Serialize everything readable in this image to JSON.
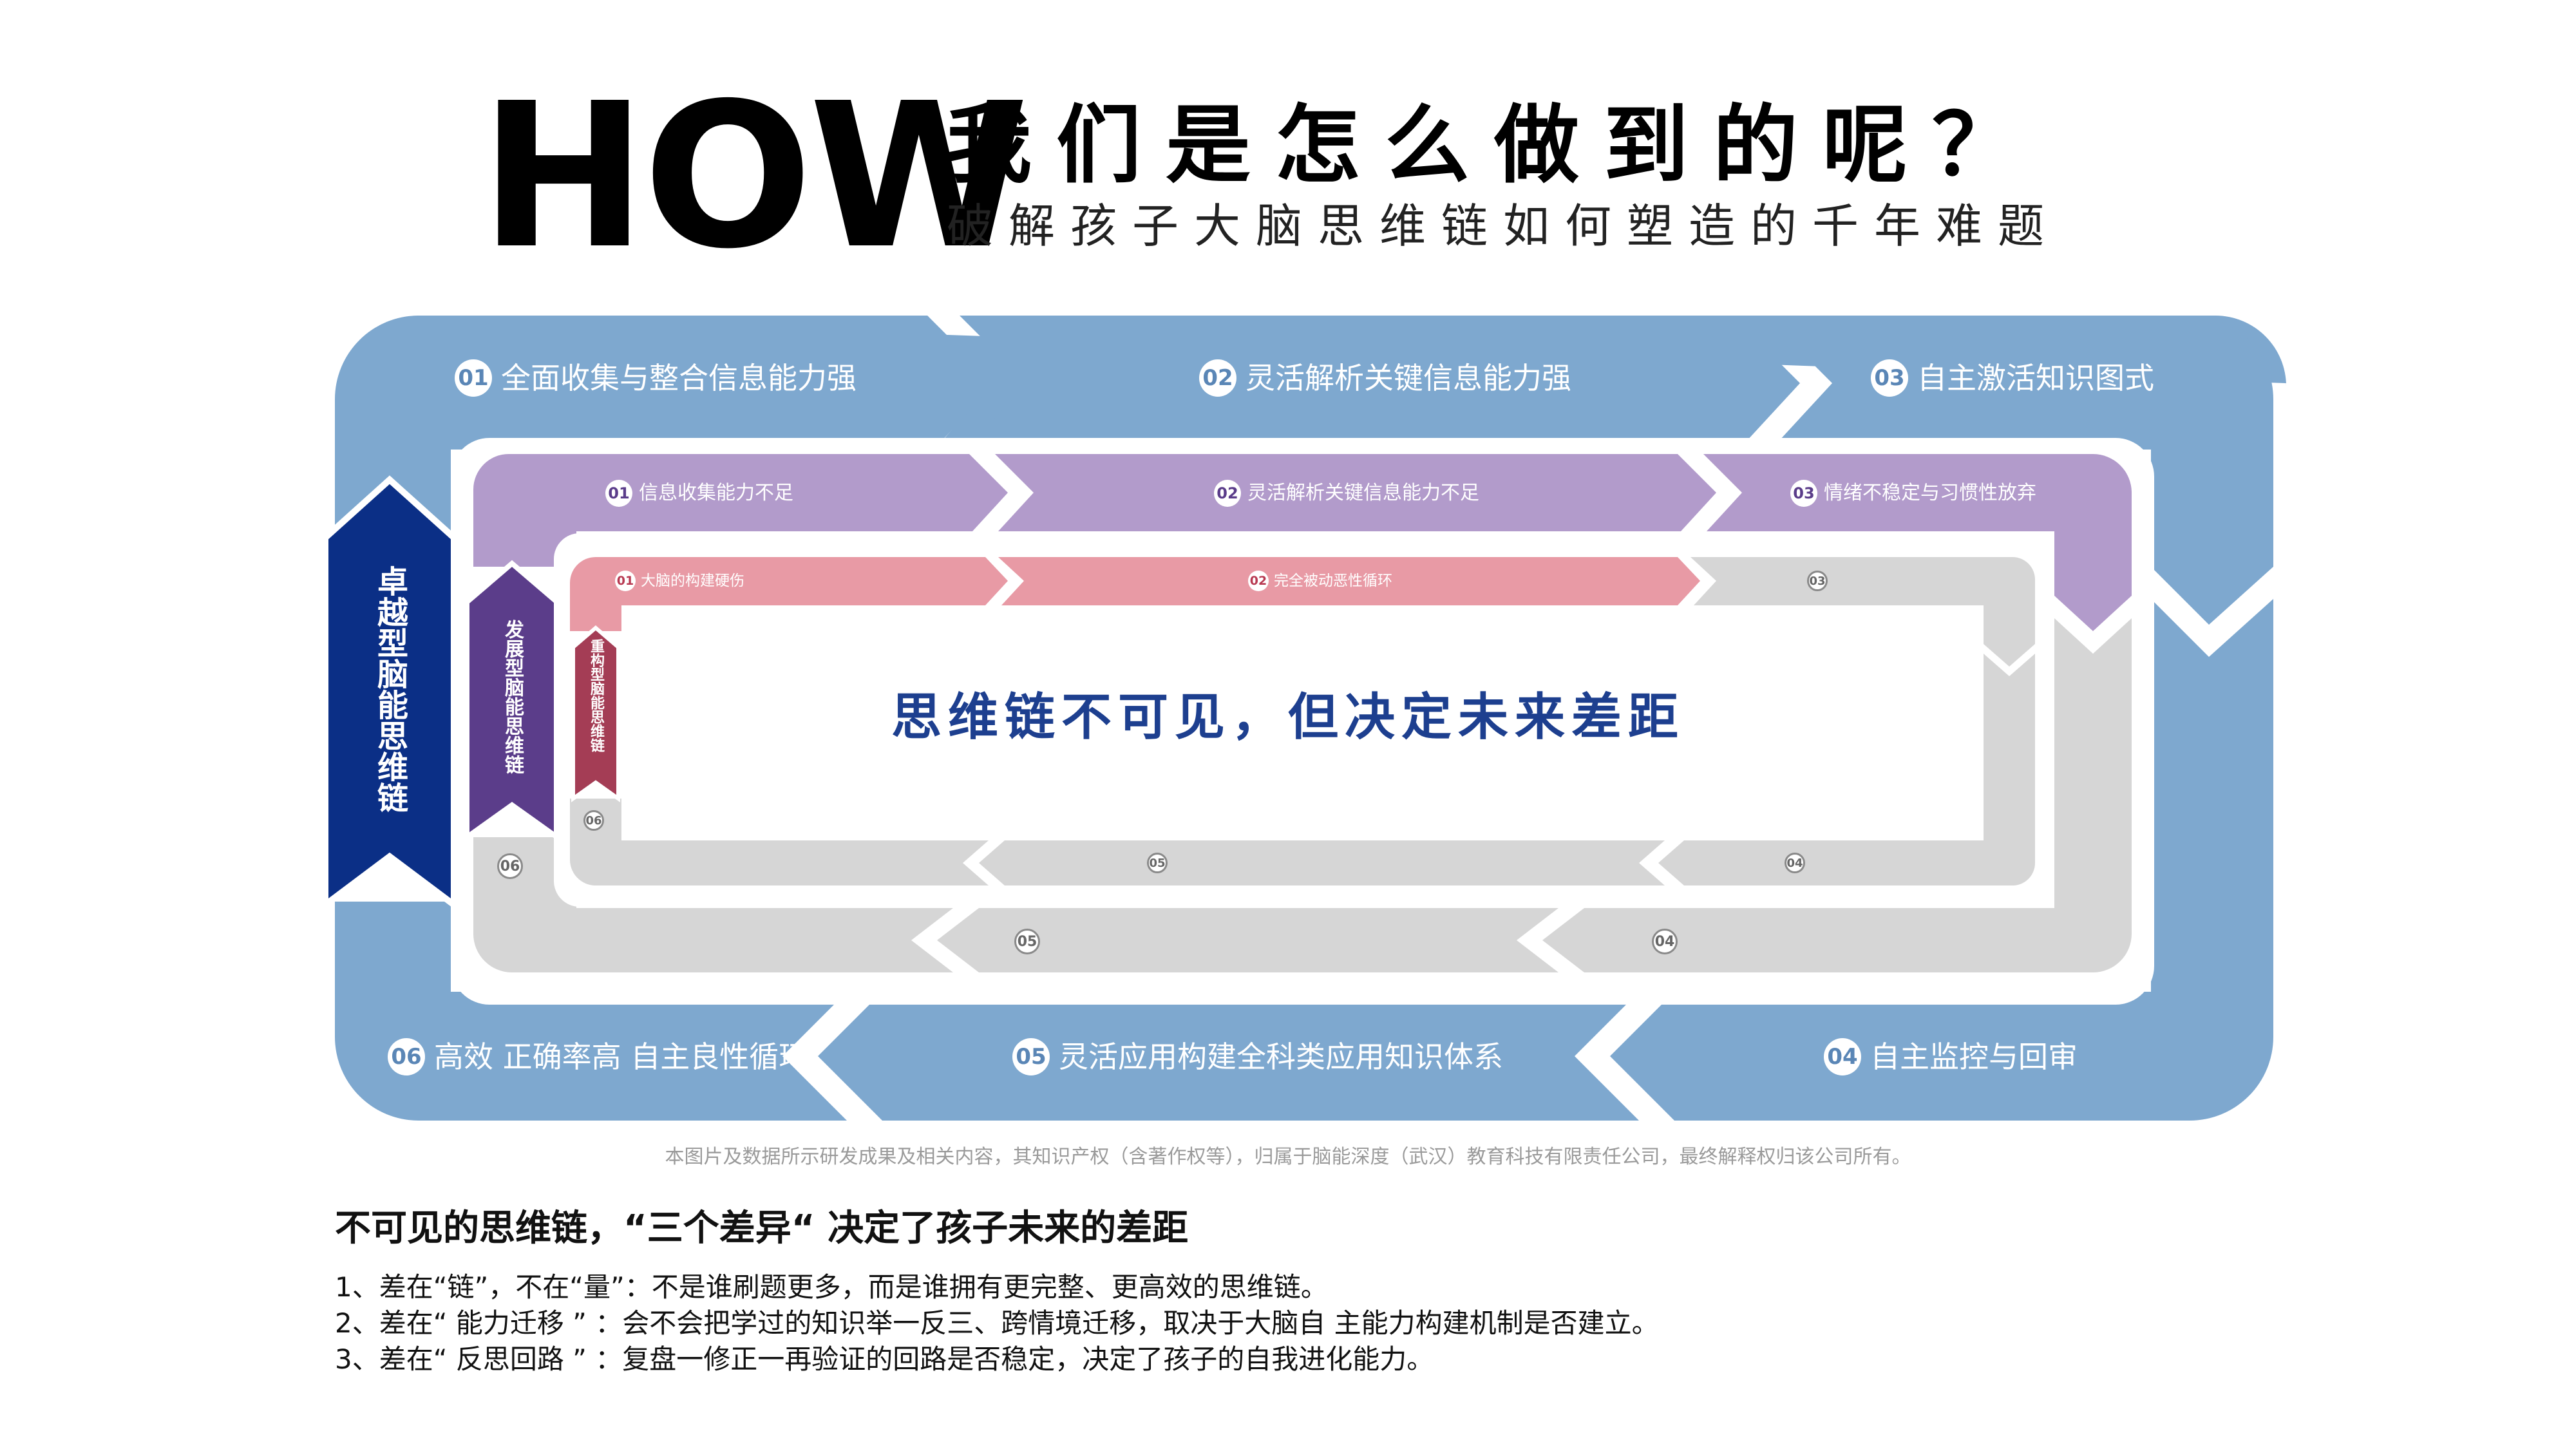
{
  "header": {
    "how": "HOW",
    "title": "我们是怎么做到的呢？",
    "subtitle": "破解孩子大脑思维链如何塑造的千年难题"
  },
  "colors": {
    "outer": "#7ea8cf",
    "middle": "#b29bcb",
    "inner": "#e89aa5",
    "gray": "#d6d6d6",
    "navy": "#0b2f86",
    "purple_dark": "#5b3d8a",
    "red_dark": "#a43d55",
    "text_blue": "#1d3f8f"
  },
  "outer_ring": {
    "label": "卓越型脑能思维链",
    "stages": [
      {
        "num": "01",
        "label": "全面收集与整合信息能力强"
      },
      {
        "num": "02",
        "label": "灵活解析关键信息能力强"
      },
      {
        "num": "03",
        "label": "自主激活知识图式"
      },
      {
        "num": "04",
        "label": "自主监控与回审"
      },
      {
        "num": "05",
        "label": "灵活应用构建全科类应用知识体系"
      },
      {
        "num": "06",
        "label": "高效 正确率高 自主良性循环"
      }
    ]
  },
  "middle_ring": {
    "label": "发展型脑能思维链",
    "stages": [
      {
        "num": "01",
        "label": "信息收集能力不足"
      },
      {
        "num": "02",
        "label": "灵活解析关键信息能力不足"
      },
      {
        "num": "03",
        "label": "情绪不稳定与习惯性放弃"
      },
      {
        "num": "04",
        "label": ""
      },
      {
        "num": "05",
        "label": ""
      },
      {
        "num": "06",
        "label": ""
      }
    ]
  },
  "inner_ring": {
    "label": "重构型脑能思维链",
    "stages": [
      {
        "num": "01",
        "label": "大脑的构建硬伤"
      },
      {
        "num": "02",
        "label": "完全被动恶性循环"
      },
      {
        "num": "03",
        "label": ""
      },
      {
        "num": "04",
        "label": ""
      },
      {
        "num": "05",
        "label": ""
      },
      {
        "num": "06",
        "label": ""
      }
    ]
  },
  "center_message": "思维链不可见，但决定未来差距",
  "copyright": "本图片及数据所示研发成果及相关内容，其知识产权（含著作权等），归属于脑能深度（武汉）教育科技有限责任公司，最终解释权归该公司所有。",
  "summary": {
    "title": "不可见的思维链，“三个差异“ 决定了孩子未来的差距",
    "points": [
      "1、差在“链”，不在“量”：不是谁刷题更多，而是谁拥有更完整、更高效的思维链。",
      "2、差在“ 能力迁移 ” ：会不会把学过的知识举一反三、跨情境迁移，取决于大脑自 主能力构建机制是否建立。",
      "3、差在“ 反思回路 ” ：复盘一修正一再验证的回路是否稳定，决定了孩子的自我进化能力。"
    ]
  }
}
